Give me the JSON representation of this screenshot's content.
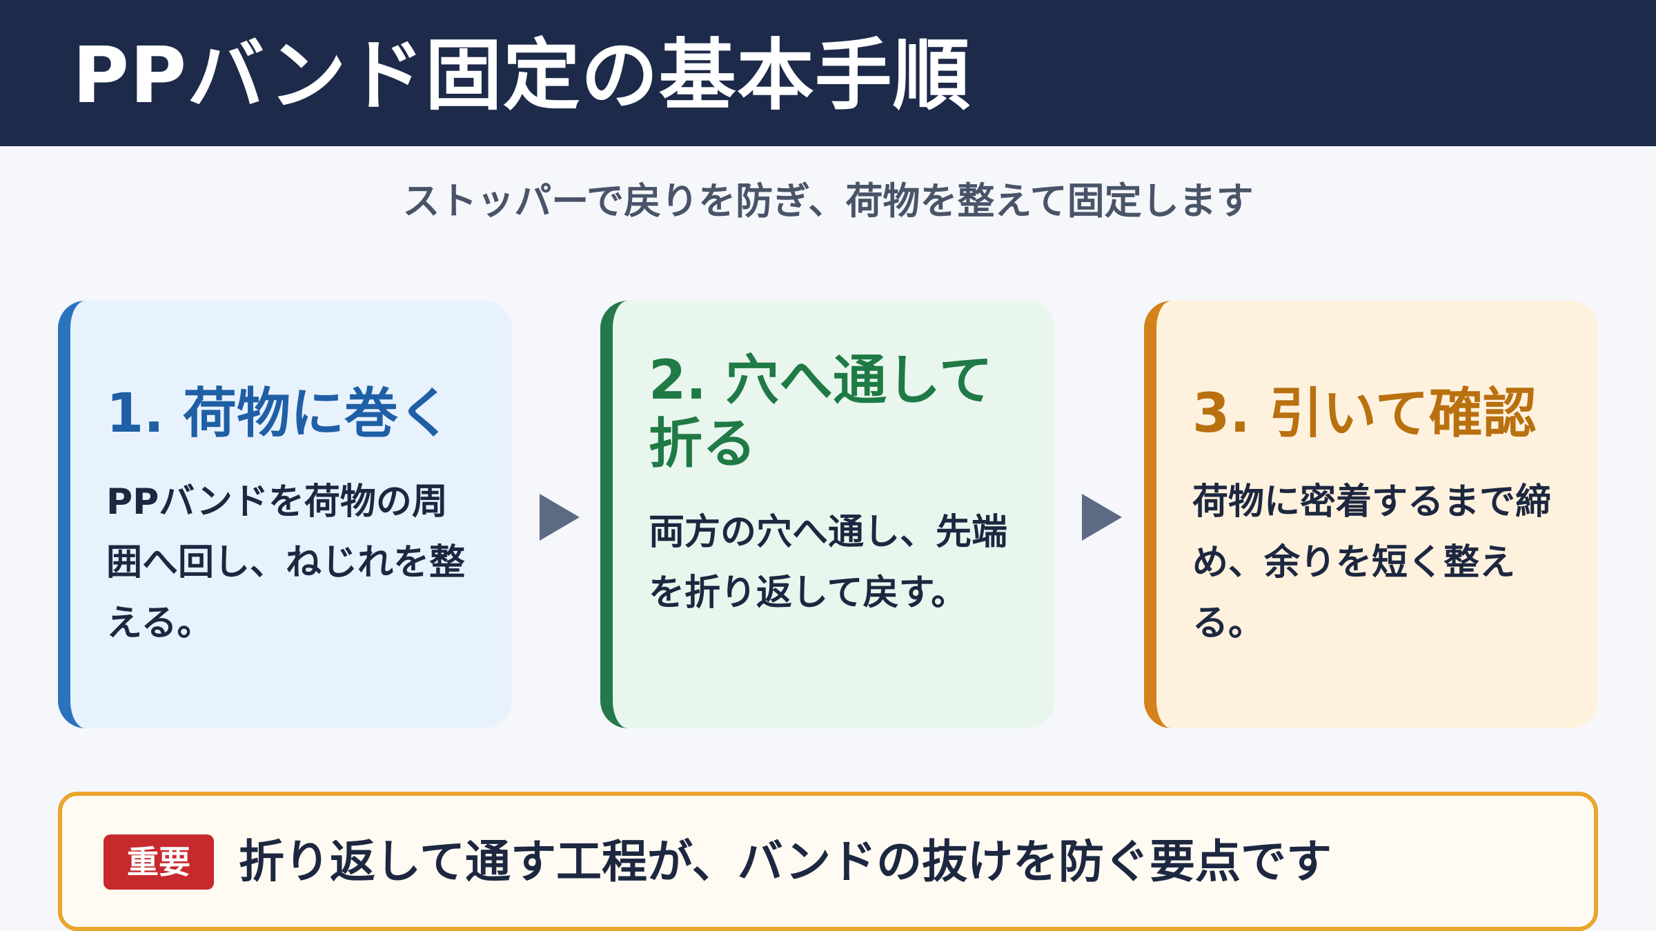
{
  "header": {
    "title": "PPバンド固定の基本手順"
  },
  "subtitle": "ストッパーで戻りを防ぎ、荷物を整えて固定します",
  "steps": [
    {
      "title": "1. 荷物に巻く",
      "body": "PPバンドを荷物の周囲へ回し、ねじれを整える。",
      "accent_color": "#2a73bd"
    },
    {
      "title": "2. 穴へ通して折る",
      "body": "両方の穴へ通し、先端を折り返して戻す。",
      "accent_color": "#24784a"
    },
    {
      "title": "3. 引いて確認",
      "body": "荷物に密着するまで締め、余りを短く整える。",
      "accent_color": "#d4831a"
    }
  ],
  "arrow_icons": [
    "play-arrow-icon",
    "play-arrow-icon"
  ],
  "note": {
    "badge": "重要",
    "text": "折り返して通す工程が、バンドの抜けを防ぐ要点です",
    "badge_color": "#c7292c",
    "border_color": "#e9a52c"
  }
}
